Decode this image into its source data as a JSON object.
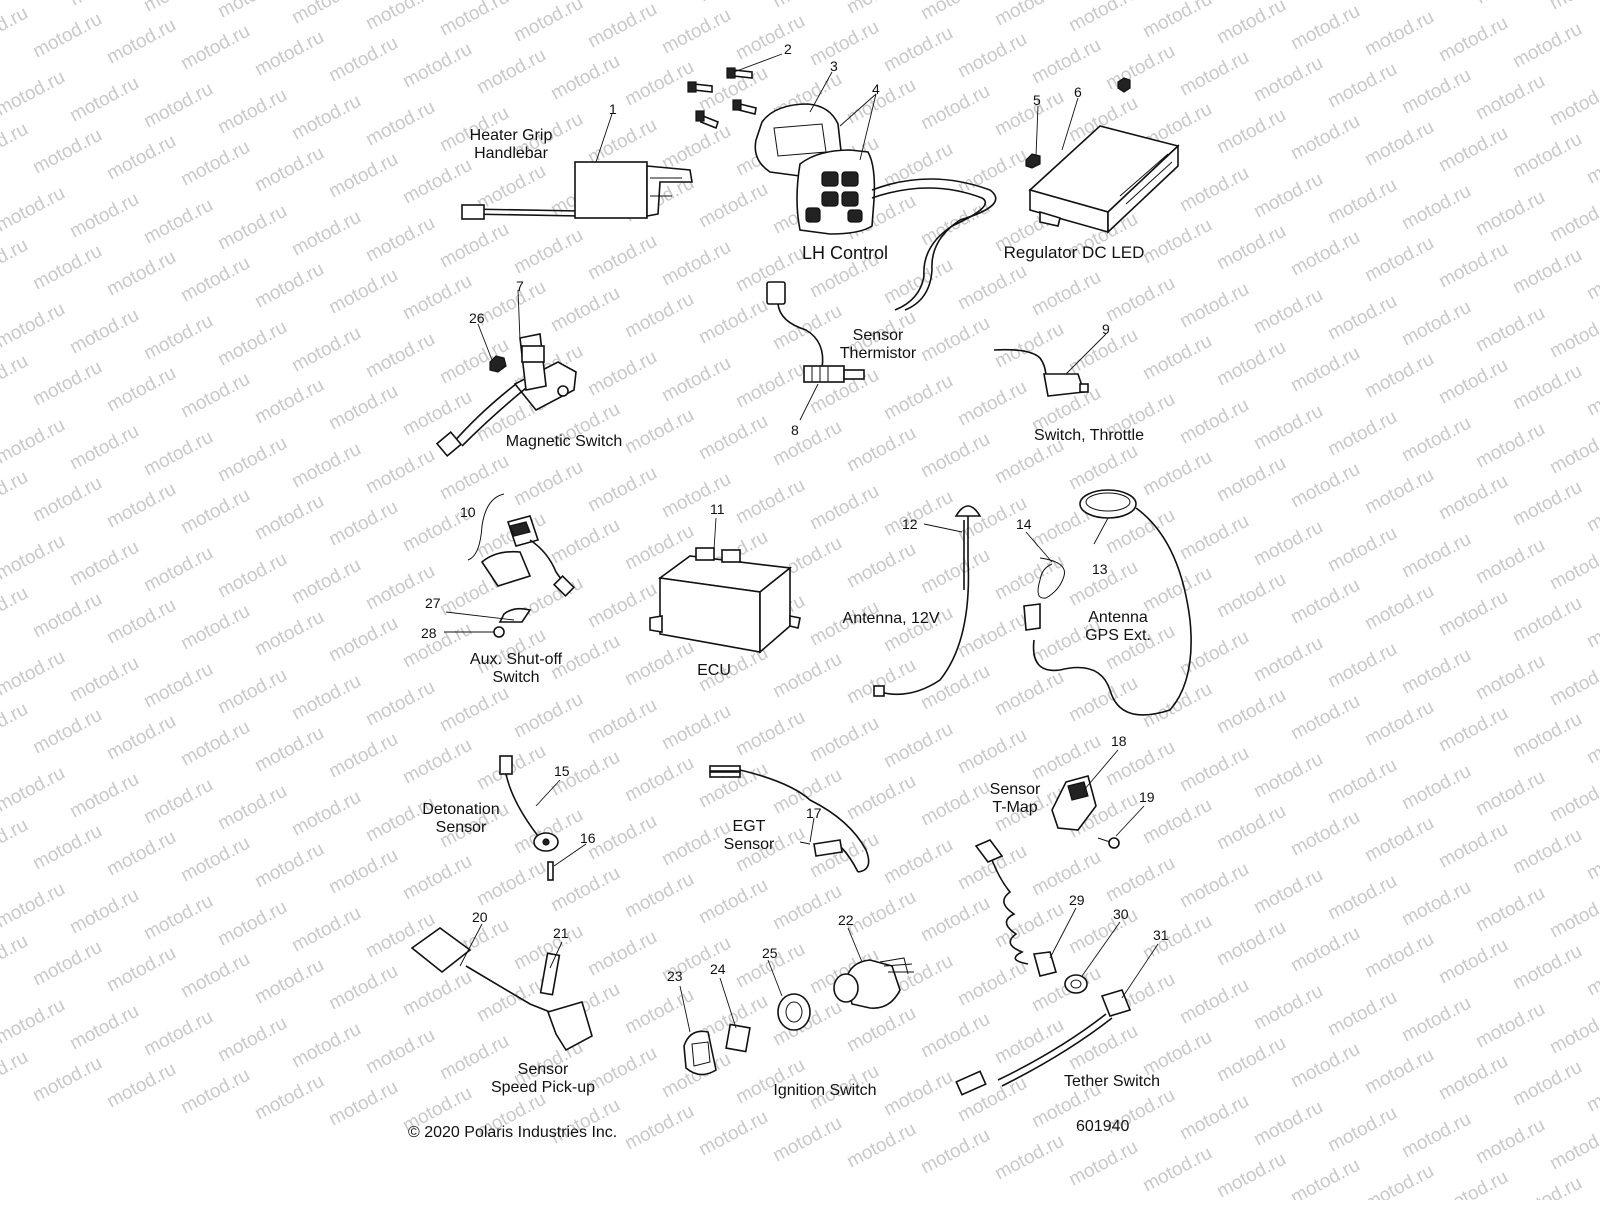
{
  "watermark": "motod.ru",
  "labels": {
    "heater_grip": [
      "Heater Grip",
      "Handlebar"
    ],
    "lh_control": "LH Control",
    "regulator": "Regulator DC LED",
    "sensor_thermistor": [
      "Sensor",
      "Thermistor"
    ],
    "magnetic_switch": "Magnetic Switch",
    "switch_throttle": "Switch, Throttle",
    "aux_shutoff": [
      "Aux. Shut-off",
      "Switch"
    ],
    "ecu": "ECU",
    "antenna_12v": "Antenna, 12V",
    "antenna_gps": [
      "Antenna",
      "GPS Ext."
    ],
    "detonation_sensor": [
      "Detonation",
      "Sensor"
    ],
    "egt_sensor": [
      "EGT",
      "Sensor"
    ],
    "sensor_tmap": [
      "Sensor",
      "T-Map"
    ],
    "sensor_speed": [
      "Sensor",
      "Speed Pick-up"
    ],
    "ignition_switch": "Ignition Switch",
    "tether_switch": "Tether Switch"
  },
  "callouts": [
    "1",
    "2",
    "3",
    "4",
    "5",
    "6",
    "7",
    "8",
    "9",
    "10",
    "11",
    "12",
    "13",
    "14",
    "15",
    "16",
    "17",
    "18",
    "19",
    "20",
    "21",
    "22",
    "23",
    "24",
    "25",
    "26",
    "27",
    "28",
    "29",
    "30",
    "31"
  ],
  "footer": {
    "copyright": "© 2020 Polaris Industries Inc.",
    "diagram_number": "601940"
  }
}
